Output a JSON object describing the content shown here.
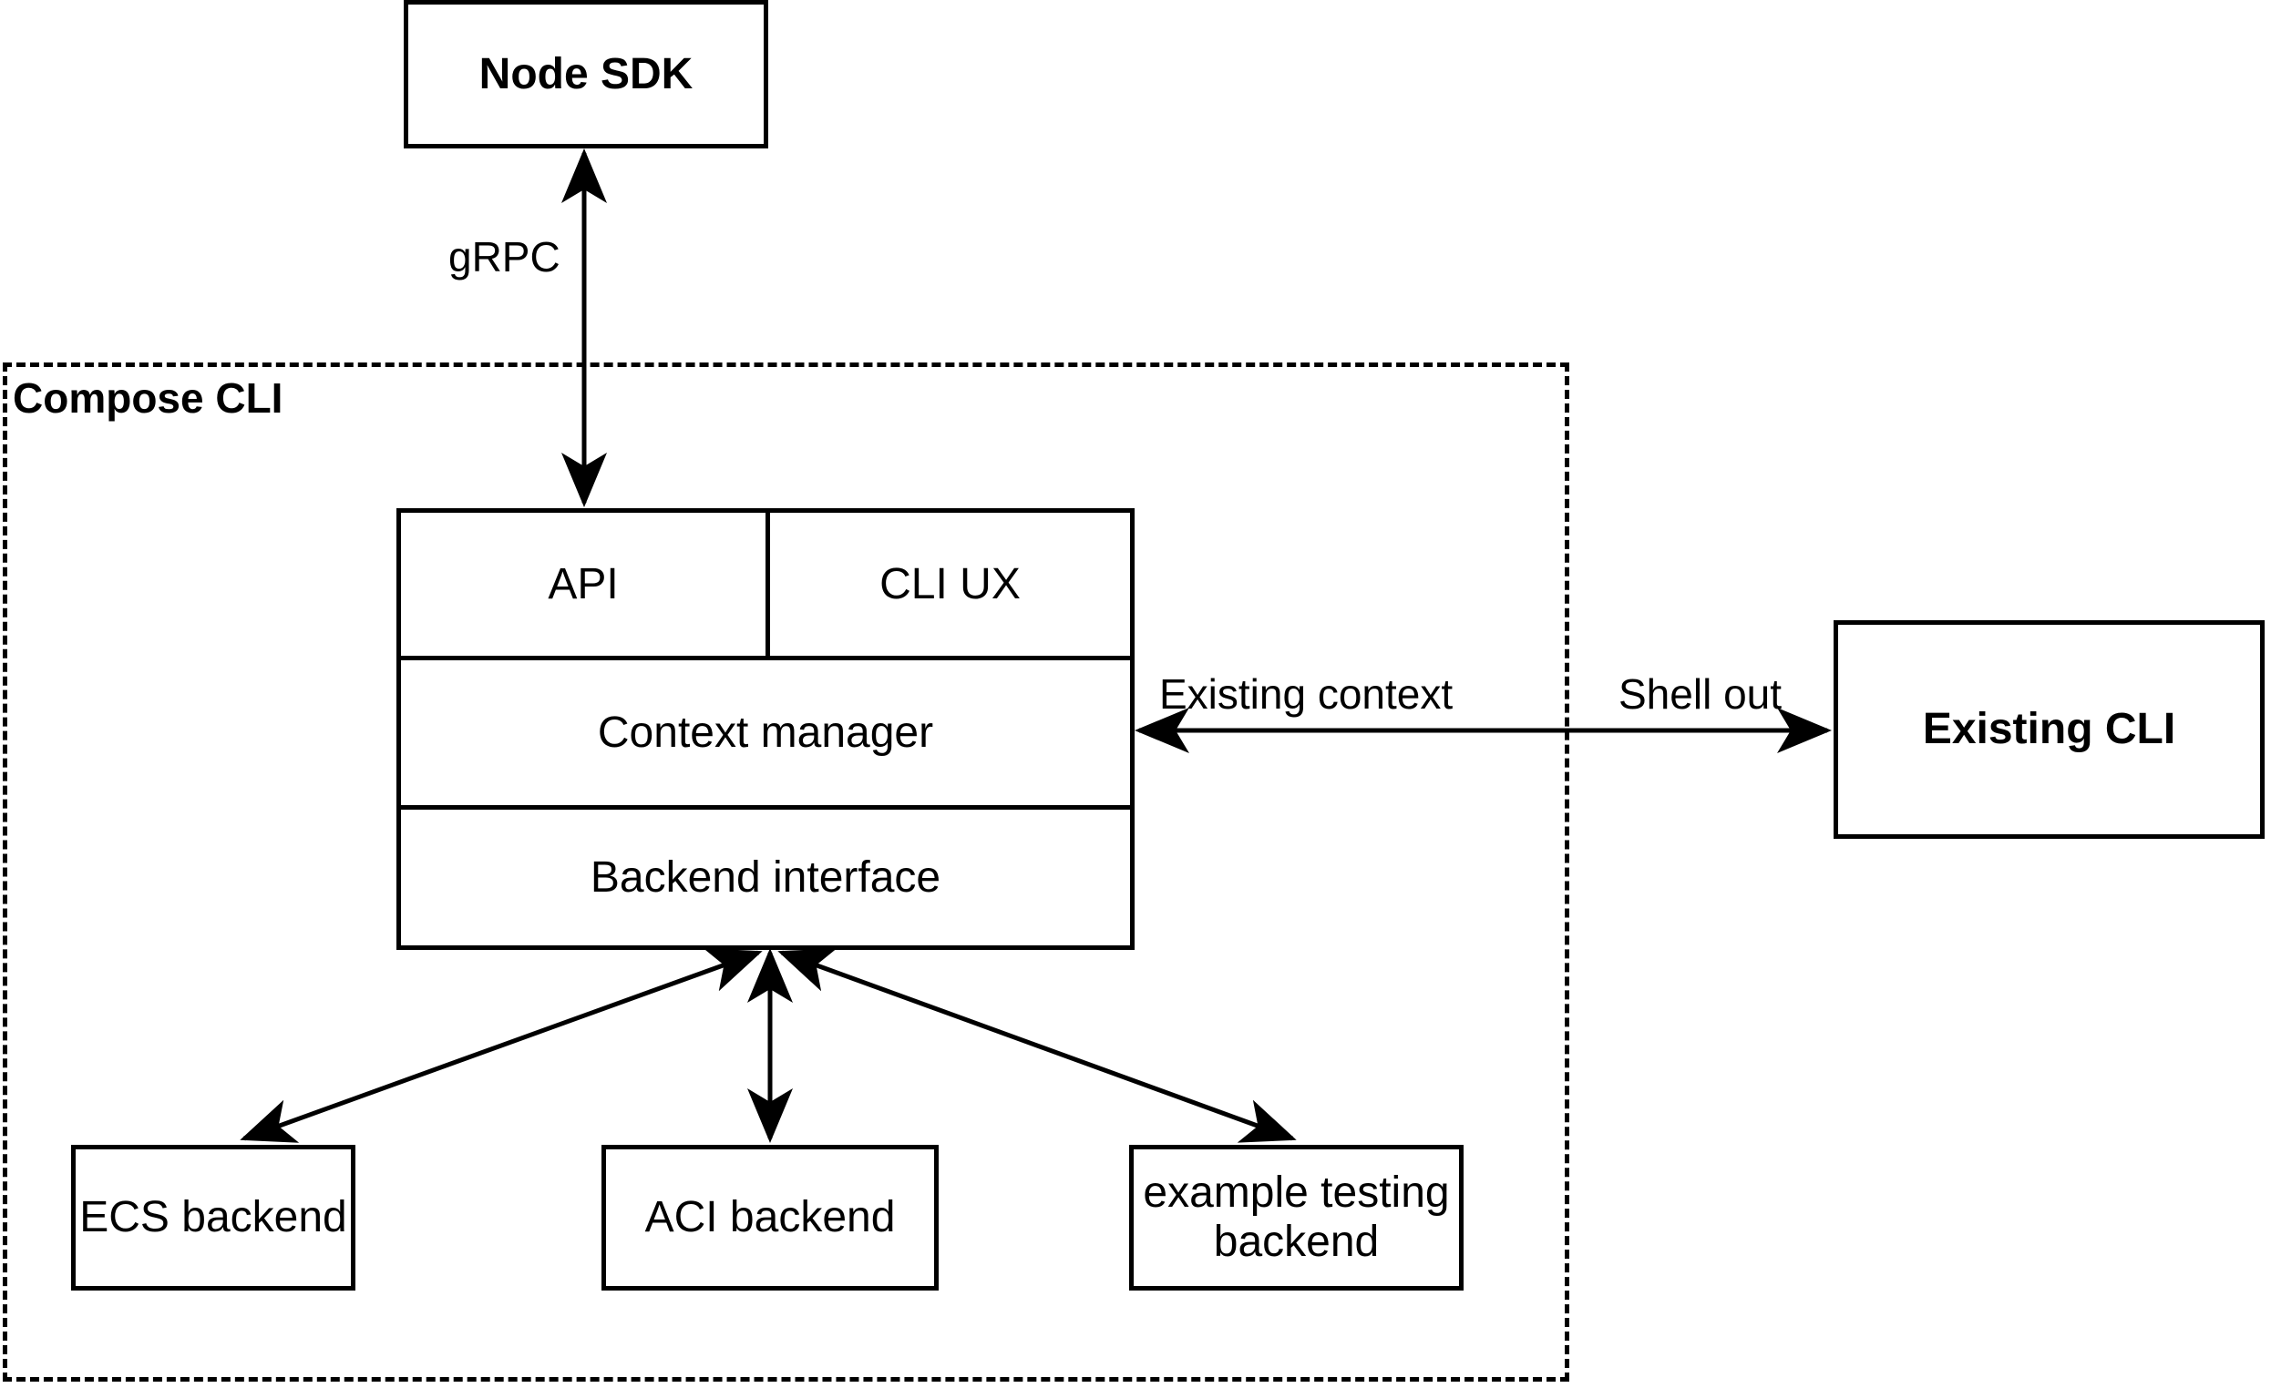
{
  "diagram": {
    "title_label": "Compose CLI",
    "nodes": {
      "node_sdk": {
        "label": "Node SDK"
      },
      "existing_cli": {
        "label": "Existing CLI"
      },
      "api": {
        "label": "API"
      },
      "cli_ux": {
        "label": "CLI UX"
      },
      "context_manager": {
        "label": "Context manager"
      },
      "backend_interface": {
        "label": "Backend interface"
      },
      "ecs_backend": {
        "label": "ECS backend"
      },
      "aci_backend": {
        "label": "ACI backend"
      },
      "example_testing_backend": {
        "label": "example testing backend"
      }
    },
    "edges": {
      "grpc": {
        "label": "gRPC"
      },
      "existing_context": {
        "label": "Existing context"
      },
      "shell_out": {
        "label": "Shell out"
      }
    },
    "colors": {
      "stroke": "#000000",
      "fill": "#ffffff",
      "text": "#000000"
    }
  }
}
